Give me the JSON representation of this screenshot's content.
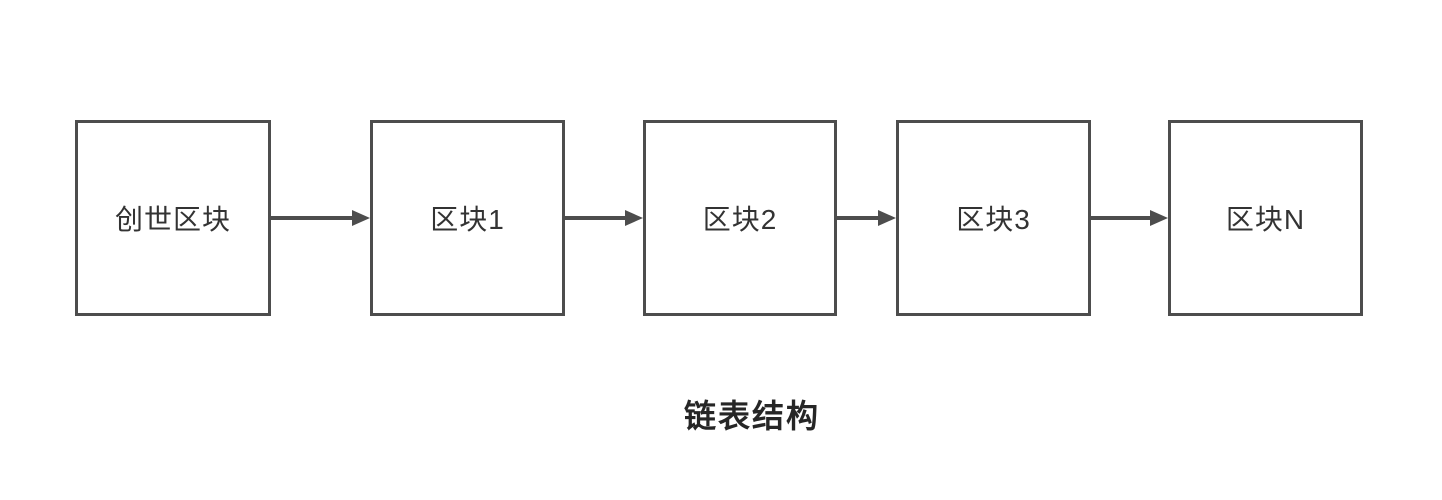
{
  "diagram": {
    "title": "链表结构",
    "nodes": [
      {
        "label": "创世区块"
      },
      {
        "label": "区块1"
      },
      {
        "label": "区块2"
      },
      {
        "label": "区块3"
      },
      {
        "label": "区块N"
      }
    ],
    "connectors": [
      {
        "from": "创世区块",
        "to": "区块1"
      },
      {
        "from": "区块1",
        "to": "区块2"
      },
      {
        "from": "区块2",
        "to": "区块3"
      },
      {
        "from": "区块3",
        "to": "区块N"
      }
    ],
    "colors": {
      "node_border": "#4d4d4d",
      "arrow": "#4d4d4d",
      "node_text": "#333333",
      "title_text": "#262626",
      "background": "#ffffff"
    }
  }
}
